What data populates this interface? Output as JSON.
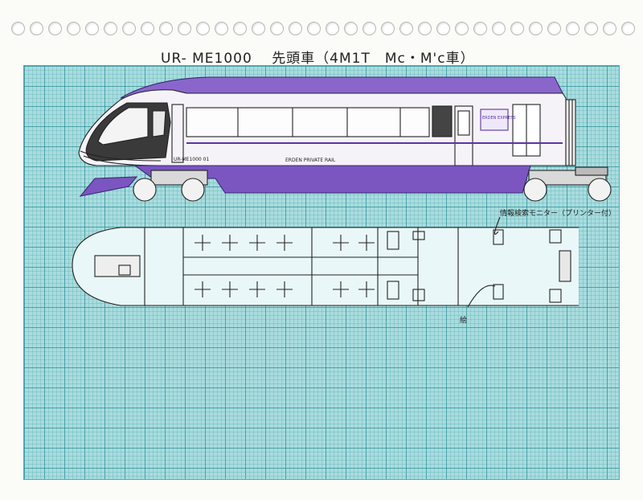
{
  "drawing": {
    "title_model": "UR- ME1000",
    "title_japanese": "先頭車（4M1T　Mc・M'c車）"
  },
  "car_side": {
    "number_plate": "UR-ME1000 01",
    "railway_name": "ERDEN PRIVATE RAIL",
    "logo_text": "ERDEN EXPRESS"
  },
  "annotations": {
    "monitor_label": "情報検索モニター（プリンター付）",
    "picture_label": "絵"
  },
  "colors": {
    "paper": "#fbfbf8",
    "grid": "#a9dcde",
    "purple": "#7b55c0",
    "purple_dark": "#5a35a0",
    "ink": "#222222"
  }
}
